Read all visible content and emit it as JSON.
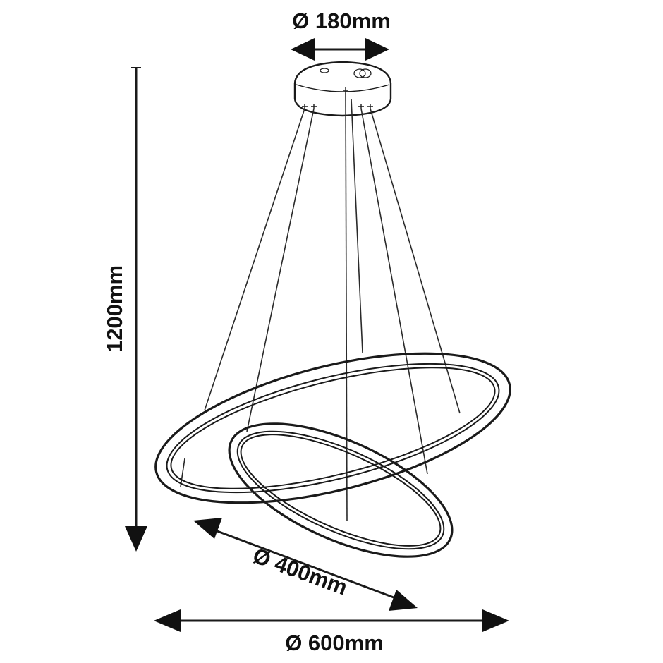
{
  "dimensions": {
    "canopy_diameter": "Ø 180mm",
    "height": "1200mm",
    "small_ring_diameter": "Ø 400mm",
    "large_ring_diameter": "Ø 600mm"
  },
  "colors": {
    "line": "#1a1a1a",
    "arrow": "#111111",
    "background": "#ffffff"
  }
}
